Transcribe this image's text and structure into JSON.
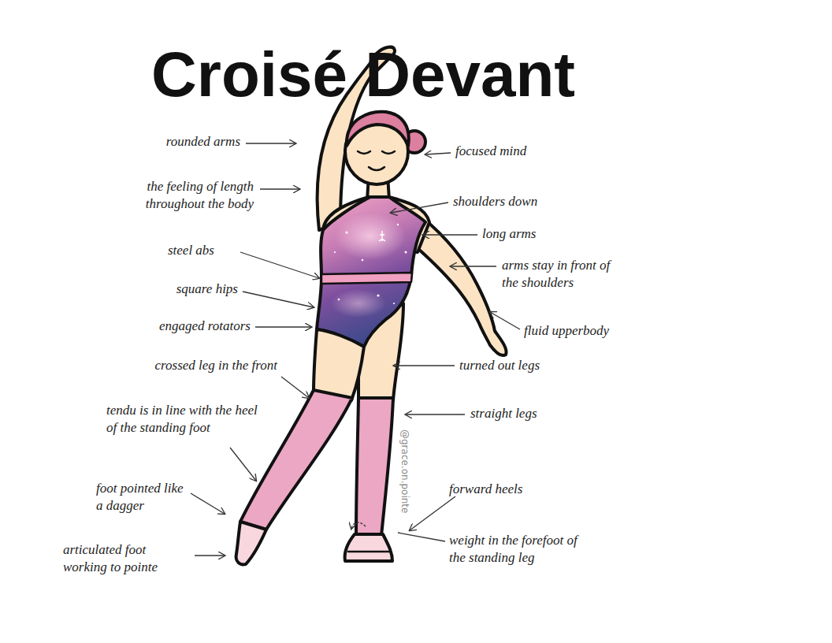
{
  "diagram": {
    "title": "Croisé Devant",
    "labels": [
      "rounded arms",
      "the feeling of length throughout the body",
      "steel abs",
      "square hips",
      "engaged rotators",
      "crossed leg in the front",
      "tendu is in line with the heel of the standing foot",
      "foot pointed like a dagger",
      "articulated foot working to pointe",
      "focused mind",
      "shoulders down",
      "long arms",
      "arms stay in front of the shoulders",
      "fluid upperbody",
      "turned out legs",
      "straight legs",
      "forward heels",
      "weight in the forefoot of the standing leg",
      "@grace.on.pointe"
    ]
  }
}
